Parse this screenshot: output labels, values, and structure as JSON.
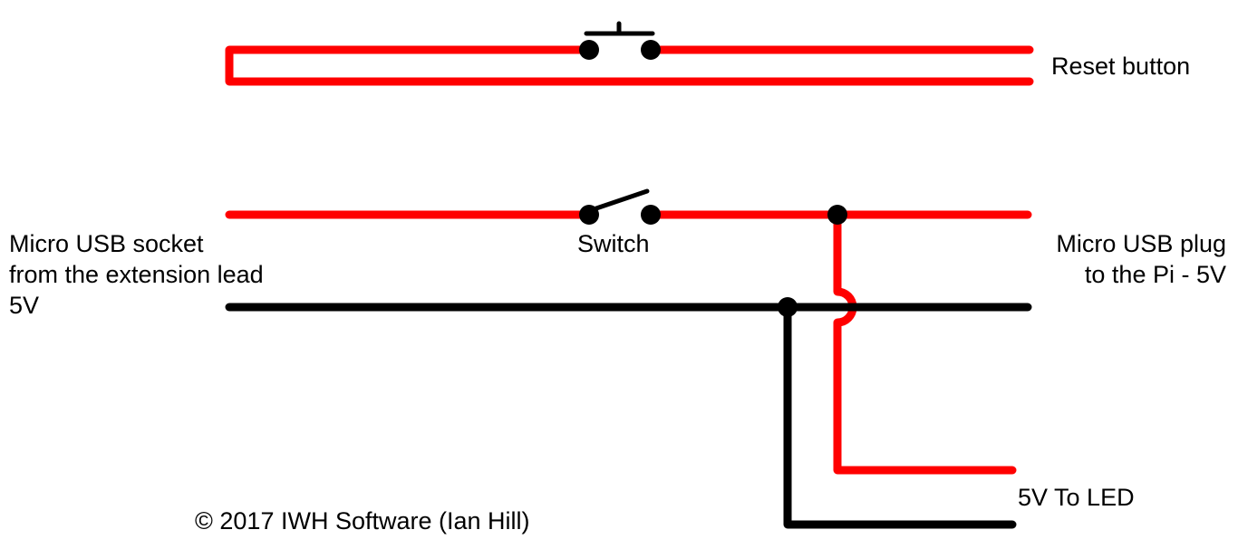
{
  "colors": {
    "power_wire": "#ff0000",
    "ground_wire": "#000000",
    "node": "#000000",
    "background": "#ffffff"
  },
  "labels": {
    "reset_button": "Reset button",
    "switch": "Switch",
    "socket_line1": "Micro USB socket",
    "socket_line2": "from the extension lead",
    "socket_line3": "5V",
    "plug_line1": "Micro USB plug",
    "plug_line2": "to the Pi - 5V",
    "led": "5V To LED",
    "copyright": "© 2017 IWH Software (Ian Hill)"
  },
  "components": [
    {
      "name": "reset-button",
      "type": "push-button (normally open)"
    },
    {
      "name": "power-switch",
      "type": "toggle switch (open)"
    }
  ],
  "connections": [
    "Reset button loop: two red wires joined on the left, push button on top wire",
    "5V red wire from socket through switch to Pi plug, junction after switch feeding 5V to LED",
    "Black ground wire from socket to Pi plug, junction feeding ground to LED",
    "Red LED feed crosses black ground wire with a hop (no connection)"
  ]
}
